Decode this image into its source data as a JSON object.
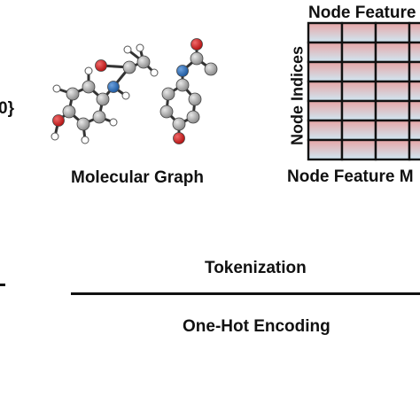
{
  "left_fragment": {
    "brace_text": "0}"
  },
  "molecular_graph": {
    "label": "Molecular Graph"
  },
  "feature_matrix": {
    "top_label": "Node Feature",
    "side_label": "Node Indices",
    "bottom_label": "Node Feature M",
    "rows": 7,
    "cols": 4
  },
  "steps": {
    "tokenization": "Tokenization",
    "one_hot": "One-Hot Encoding"
  },
  "colors": {
    "carbon": "#a3a3a3",
    "nitrogen": "#2f6db5",
    "oxygen": "#d62020",
    "hydrogen": "#ffffff",
    "cell_top": "#e7a6a6",
    "cell_bottom": "#cfe7f3"
  }
}
